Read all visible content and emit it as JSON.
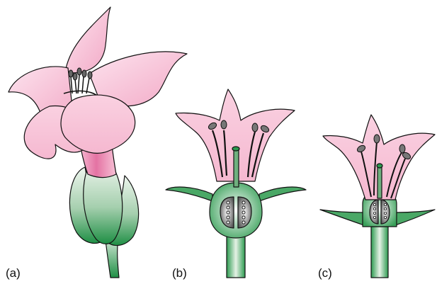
{
  "panels": [
    {
      "label": "(a)"
    },
    {
      "label": "(b)"
    },
    {
      "label": "(c)"
    }
  ],
  "colors": {
    "petal_pink": "#f6bcd2",
    "petal_light": "#fde2ec",
    "tube_pink": "#e77fab",
    "green_dark": "#1f8f45",
    "green_light": "#e4f1e4",
    "ovary_gray": "#8e8e8e",
    "anther_gray": "#666666",
    "outline": "#111111"
  }
}
